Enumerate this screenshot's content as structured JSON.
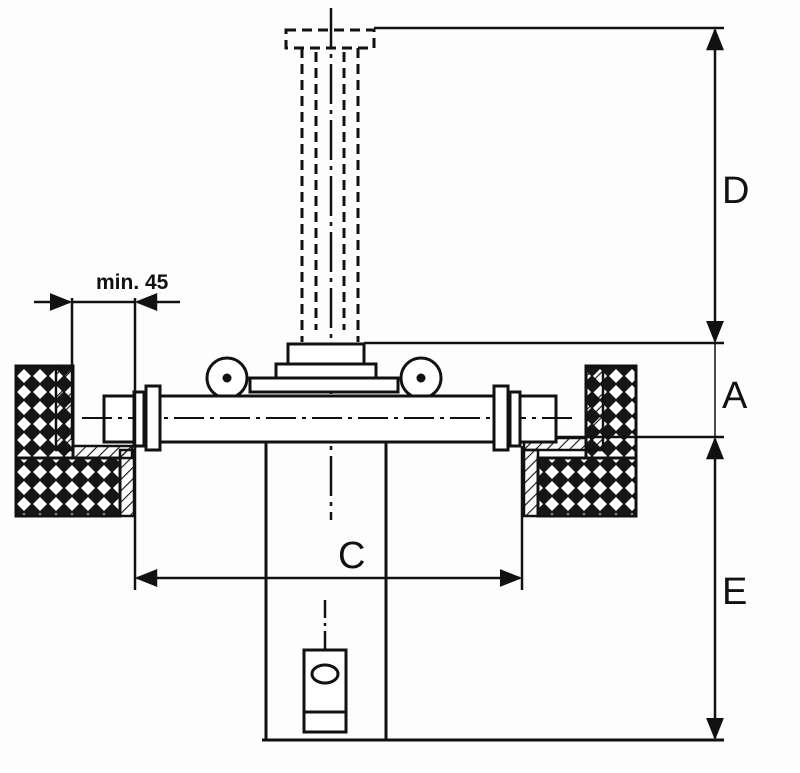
{
  "dimensions": {
    "min_label": "min. 45",
    "D": "D",
    "A": "A",
    "C": "C",
    "E": "E"
  }
}
